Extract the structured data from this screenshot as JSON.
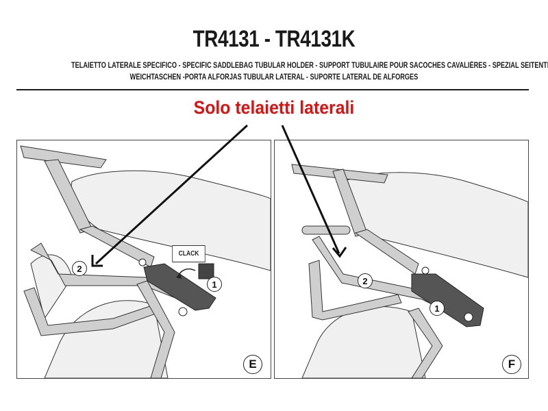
{
  "header": {
    "title": "TR4131 - TR4131K",
    "subtitle_line1": "TELAIETTO LATERALE SPECIFICO - SPECIFIC SADDLEBAG TUBULAR HOLDER - SUPPORT TUBULAIRE POUR SACOCHES CAVALIÈRES - SPEZIAL SEITENTRAEGER FUER",
    "subtitle_line2": "WEICHTASCHEN -PORTA ALFORJAS TUBULAR LATERAL - SUPORTE LATERAL DE ALFORGES"
  },
  "annotation": {
    "text": "Solo telaietti laterali",
    "color": "#e01010"
  },
  "panels": [
    {
      "step_letter": "E",
      "callouts": [
        "1",
        "2"
      ],
      "sound_label": "CLACK"
    },
    {
      "step_letter": "F",
      "callouts": [
        "1",
        "2"
      ]
    }
  ]
}
